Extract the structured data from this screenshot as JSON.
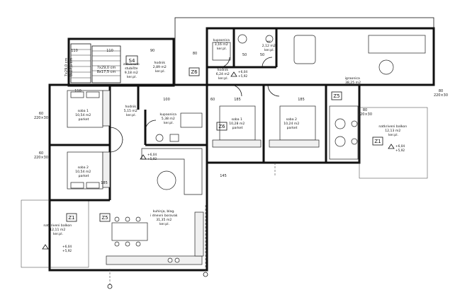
{
  "rooms": [
    {
      "id": "soba1_left",
      "lines": [
        "soba 1",
        "10,54 m2",
        "parket"
      ]
    },
    {
      "id": "soba2_left",
      "lines": [
        "soba 2",
        "10,54 m2",
        "parket"
      ]
    },
    {
      "id": "hodnik_left",
      "lines": [
        "hodnik",
        "5,15 m2",
        "ker.pl."
      ]
    },
    {
      "id": "kupaonica_center",
      "lines": [
        "kupaonica",
        "5,38 m2",
        "ker.pl."
      ]
    },
    {
      "id": "hodnik_upper",
      "lines": [
        "hodnik",
        "2,89 m2",
        "ker.pl."
      ]
    },
    {
      "id": "stubiste",
      "lines": [
        "zatvoreno",
        "stubište",
        "9,18 m2",
        "ker.pl."
      ]
    },
    {
      "id": "kuhinja",
      "lines": [
        "kuhinja, blag.",
        "i dnevni boravak",
        "31,35 m2",
        "ker.pl."
      ]
    },
    {
      "id": "balkon_left",
      "lines": [
        "natkriveni balkon",
        "12,11 m2",
        "ker.pl."
      ]
    },
    {
      "id": "kupaonica_top",
      "lines": [
        "kupaonica",
        "3,16 m2",
        "ker.pl."
      ]
    },
    {
      "id": "wc_top",
      "lines": [
        "wc",
        "2,12 m2",
        "ker.pl."
      ]
    },
    {
      "id": "hodnik_right",
      "lines": [
        "hodnik",
        "6,24 m2",
        "ker.pl."
      ]
    },
    {
      "id": "soba1_right",
      "lines": [
        "soba 1",
        "10,28 m2",
        "parket"
      ]
    },
    {
      "id": "soba2_right",
      "lines": [
        "soba 2",
        "10,24 m2",
        "parket"
      ]
    },
    {
      "id": "igraonica",
      "lines": [
        "igraonica",
        "38,25 m2"
      ]
    },
    {
      "id": "balkon_right",
      "lines": [
        "natkriveni balkon",
        "12,13 m2",
        "ker.pl."
      ]
    }
  ],
  "levels": [
    {
      "id": "lv1",
      "lines": [
        "+6,04",
        "+5,92"
      ]
    },
    {
      "id": "lv2",
      "lines": [
        "+6,04",
        "+5,92"
      ]
    },
    {
      "id": "lv3",
      "lines": [
        "+6,04",
        "+5,92"
      ]
    },
    {
      "id": "lv4",
      "lines": [
        "+6,04",
        "+5,92"
      ]
    }
  ],
  "tags": {
    "s4": "S4",
    "z1_left": "Z1",
    "z5_left": "Z5",
    "z6_upper": "Z6",
    "z6_right": "Z6",
    "z5_right": "Z5",
    "z1_right": "Z1"
  },
  "dims": {
    "d110a": "110",
    "d110b": "110",
    "d110c": "110",
    "d90": "90",
    "d100": "100",
    "d185a": "185",
    "d185b": "185",
    "d185c": "185",
    "d80": "80",
    "d60": "60",
    "d50a": "50",
    "d50b": "50",
    "d145": "145",
    "stair1": "7x29,0 cm",
    "stair2": "8x17,5 cm",
    "stair3": "7x29,0 cm",
    "stair4": "8x17,5 cm",
    "win_left1": "60",
    "win_left1b": "220×30",
    "win_left2": "60",
    "win_left2b": "220×30",
    "win_right": "80",
    "win_rightb": "220×30",
    "win_br1": "80",
    "win_br2": "220×30"
  }
}
